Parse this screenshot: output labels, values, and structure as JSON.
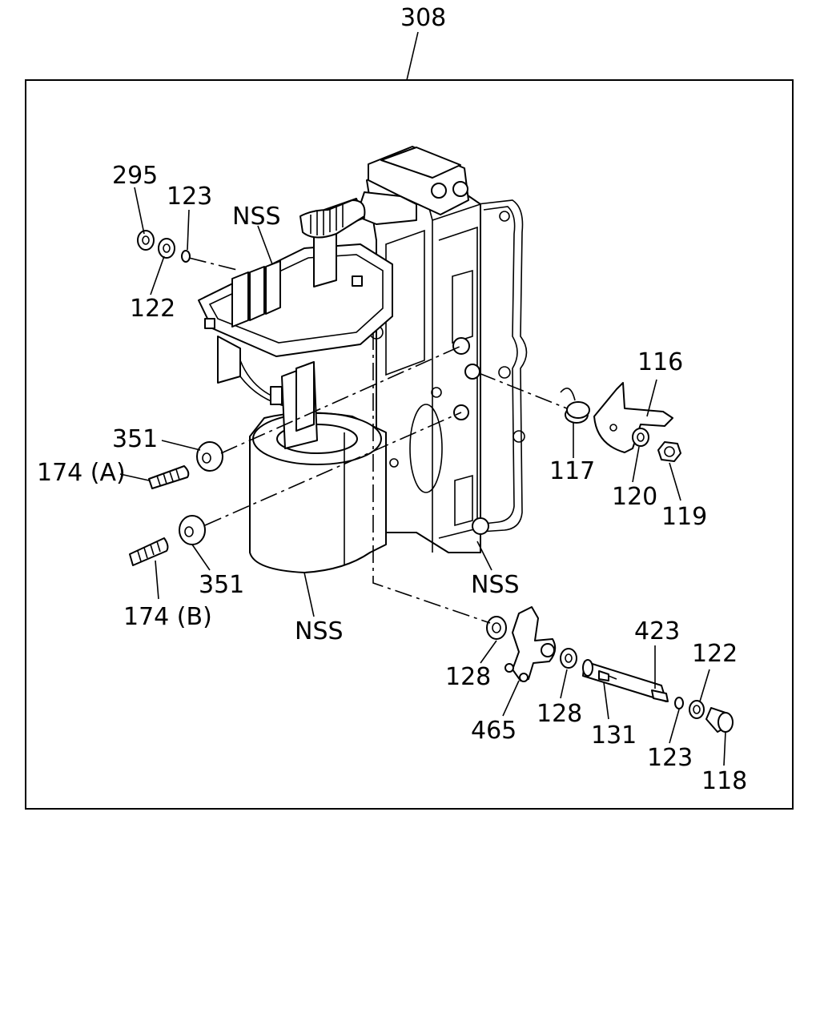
{
  "diagram": {
    "assembly_callout": "308",
    "callouts": {
      "c295": "295",
      "c123_top": "123",
      "c122_top": "122",
      "nss_top": "NSS",
      "c351_upper": "351",
      "c174a": "174 (A)",
      "c351_lower": "351",
      "c174b": "174 (B)",
      "nss_solenoid": "NSS",
      "nss_body": "NSS",
      "c116": "116",
      "c117": "117",
      "c120": "120",
      "c119": "119",
      "c423": "423",
      "c122_right": "122",
      "c128_left": "128",
      "c128_right": "128",
      "c465": "465",
      "c131": "131",
      "c123_right": "123",
      "c118": "118"
    }
  }
}
